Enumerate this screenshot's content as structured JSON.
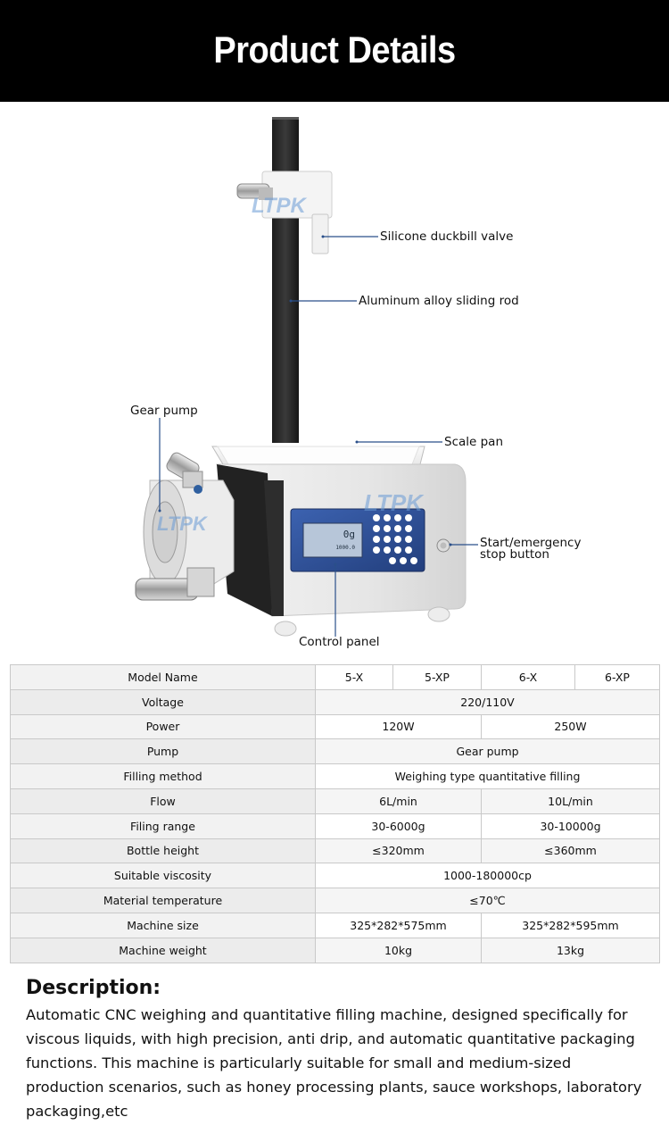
{
  "header": {
    "title": "Product Details"
  },
  "illustration": {
    "watermark": "LTPK",
    "device_labels": {
      "display_weight": "0g",
      "display_target": "1000.0"
    },
    "callouts": {
      "valve": "Silicone duckbill valve",
      "rod": "Aluminum alloy sliding rod",
      "gear_pump": "Gear pump",
      "scale_pan": "Scale pan",
      "start_stop_line1": "Start/emergency",
      "start_stop_line2": "stop button",
      "control_panel": "Control panel"
    }
  },
  "spec_table": {
    "header": {
      "label": "Model Name",
      "models": [
        "5-X",
        "5-XP",
        "6-X",
        "6-XP"
      ]
    },
    "rows": [
      {
        "label": "Voltage",
        "values": [
          "220/110V"
        ]
      },
      {
        "label": "Power",
        "values": [
          "120W",
          "250W"
        ]
      },
      {
        "label": "Pump",
        "values": [
          "Gear pump"
        ]
      },
      {
        "label": "Filling method",
        "values": [
          "Weighing type quantitative filling"
        ]
      },
      {
        "label": "Flow",
        "values": [
          "6L/min",
          "10L/min"
        ]
      },
      {
        "label": "Filing range",
        "values": [
          "30-6000g",
          "30-10000g"
        ]
      },
      {
        "label": "Bottle height",
        "values": [
          "≤320mm",
          "≤360mm"
        ]
      },
      {
        "label": "Suitable viscosity",
        "values": [
          "1000-180000cp"
        ]
      },
      {
        "label": "Material temperature",
        "values": [
          "≤70℃"
        ]
      },
      {
        "label": "Machine size",
        "values": [
          "325*282*575mm",
          "325*282*595mm"
        ]
      },
      {
        "label": "Machine weight",
        "values": [
          "10kg",
          "13kg"
        ]
      }
    ]
  },
  "description": {
    "heading": "Description:",
    "body": "Automatic CNC weighing and quantitative filling machine, designed specifically for viscous liquids, with high precision, anti drip, and automatic quantitative packaging functions. This machine is particularly suitable for small and medium-sized production scenarios, such as honey processing plants, sauce workshops, laboratory packaging,etc"
  },
  "colors": {
    "header_bg": "#000000",
    "callout_line": "#2a4f8a",
    "panel_blue": "#2c4f9a",
    "body_gray": "#e8e8e8"
  }
}
